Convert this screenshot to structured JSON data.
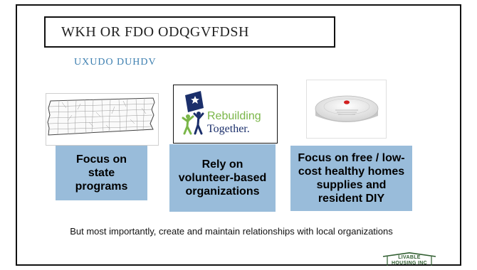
{
  "slide": {
    "title": "WKH OR FDO ODQGVFDSH",
    "subtitle": "UXUDO DUHDV",
    "images": {
      "map": {
        "icon": "tennessee-county-map-icon"
      },
      "rebuilding": {
        "icon": "rebuilding-together-logo-icon",
        "brand_line1": "Rebuilding",
        "brand_line2": "Together.",
        "colors": {
          "green": "#7ab648",
          "navy": "#1b2f6b"
        }
      },
      "smoke": {
        "icon": "smoke-detector-icon"
      }
    },
    "cards": [
      {
        "text": "Focus on state programs"
      },
      {
        "text": "Rely on volunteer-based organizations"
      },
      {
        "text": "Focus on free / low-cost healthy homes supplies and resident DIY"
      }
    ],
    "footer": "But most importantly, create and maintain relationships with local organizations",
    "logo": {
      "icon": "livable-housing-logo-icon",
      "line1": "LIVABLE",
      "line2": "HOUSING INC"
    },
    "colors": {
      "subtitle": "#3d7fb0",
      "card_bg": "#99bcda",
      "logo_green": "#2f5d2f"
    }
  }
}
